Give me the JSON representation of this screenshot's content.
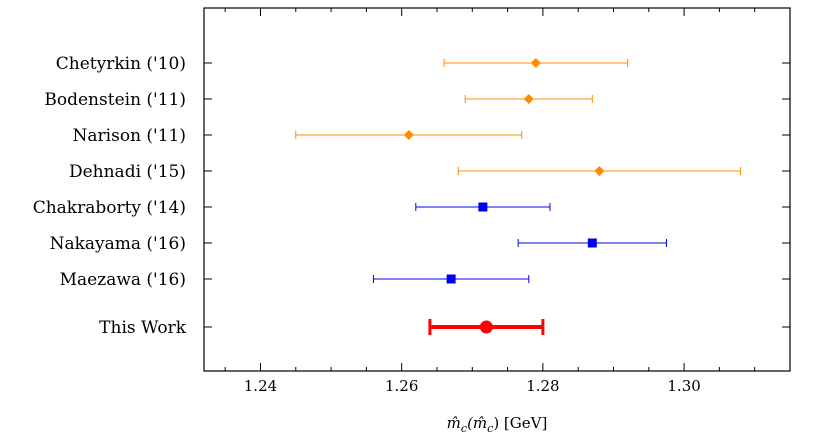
{
  "chart_data": {
    "type": "scatter",
    "title": "",
    "xlabel": "m̂c(m̂c) [GeV]",
    "xlabel_parts": {
      "pre": "m̂",
      "sub1": "c",
      "mid": "(m̂",
      "sub2": "c",
      "post": ") [GeV]"
    },
    "ylabel": "",
    "xlim": [
      1.232,
      1.315
    ],
    "xticks": [
      1.24,
      1.26,
      1.28,
      1.3
    ],
    "xtick_labels": [
      "1.24",
      "1.26",
      "1.28",
      "1.30"
    ],
    "grid": false,
    "legend": "none",
    "series": [
      {
        "group": "sum-rule",
        "color": "#ff8c00",
        "marker": "diamond",
        "points": [
          {
            "label": "Chetyrkin ('10)",
            "x": 1.279,
            "xerr_low": 1.266,
            "xerr_high": 1.292
          },
          {
            "label": "Bodenstein ('11)",
            "x": 1.278,
            "xerr_low": 1.269,
            "xerr_high": 1.287
          },
          {
            "label": "Narison ('11)",
            "x": 1.261,
            "xerr_low": 1.245,
            "xerr_high": 1.277
          },
          {
            "label": "Dehnadi ('15)",
            "x": 1.288,
            "xerr_low": 1.268,
            "xerr_high": 1.308
          }
        ]
      },
      {
        "group": "lattice",
        "color": "#0000ee",
        "marker": "square",
        "points": [
          {
            "label": "Chakraborty ('14)",
            "x": 1.2715,
            "xerr_low": 1.262,
            "xerr_high": 1.281
          },
          {
            "label": "Nakayama ('16)",
            "x": 1.287,
            "xerr_low": 1.2765,
            "xerr_high": 1.2975
          },
          {
            "label": "Maezawa ('16)",
            "x": 1.267,
            "xerr_low": 1.256,
            "xerr_high": 1.278
          }
        ]
      },
      {
        "group": "this-work",
        "color": "#ff0000",
        "marker": "circle",
        "points": [
          {
            "label": "This Work",
            "x": 1.272,
            "xerr_low": 1.264,
            "xerr_high": 1.28
          }
        ]
      }
    ]
  }
}
